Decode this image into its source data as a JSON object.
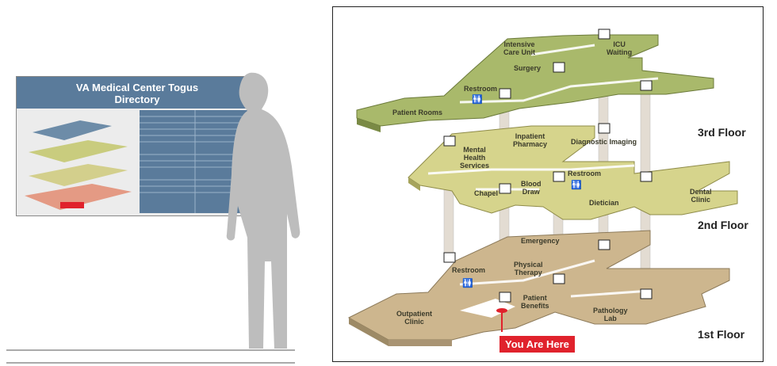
{
  "sign": {
    "title_line1": "VA Medical Center Togus",
    "title_line2": "Directory"
  },
  "map": {
    "rooms": {
      "intensive_care_unit_1": "Intensive",
      "intensive_care_unit_2": "Care Unit",
      "icu_waiting_1": "ICU",
      "icu_waiting_2": "Waiting",
      "surgery": "Surgery",
      "restroom_3": "Restroom",
      "patient_rooms": "Patient Rooms",
      "inpatient_pharmacy_1": "Inpatient",
      "inpatient_pharmacy_2": "Pharmacy",
      "diagnostic_imaging": "Diagnostic Imaging",
      "mental_health_1": "Mental",
      "mental_health_2": "Health",
      "mental_health_3": "Services",
      "restroom_2": "Restroom",
      "chapel": "Chapel",
      "blood_draw_1": "Blood",
      "blood_draw_2": "Draw",
      "dietician": "Dietician",
      "dental_clinic_1": "Dental",
      "dental_clinic_2": "Clinic",
      "emergency": "Emergency",
      "physical_therapy_1": "Physical",
      "physical_therapy_2": "Therapy",
      "restroom_1": "Restroom",
      "patient_benefits_1": "Patient",
      "patient_benefits_2": "Benefits",
      "outpatient_clinic_1": "Outpatient",
      "outpatient_clinic_2": "Clinic",
      "pathology_lab_1": "Pathology",
      "pathology_lab_2": "Lab"
    },
    "floors": {
      "third": "3rd Floor",
      "second": "2nd Floor",
      "first": "1st Floor"
    },
    "you_are_here": "You Are Here",
    "colors": {
      "third_floor": "#a9b96b",
      "second_floor": "#d6d48c",
      "first_floor": "#cdb68e",
      "you_are_here": "#e0222c",
      "sign_header": "#5a7b9b"
    },
    "icons": [
      "elevator-icon",
      "restroom-icon",
      "you-are-here-marker"
    ]
  }
}
